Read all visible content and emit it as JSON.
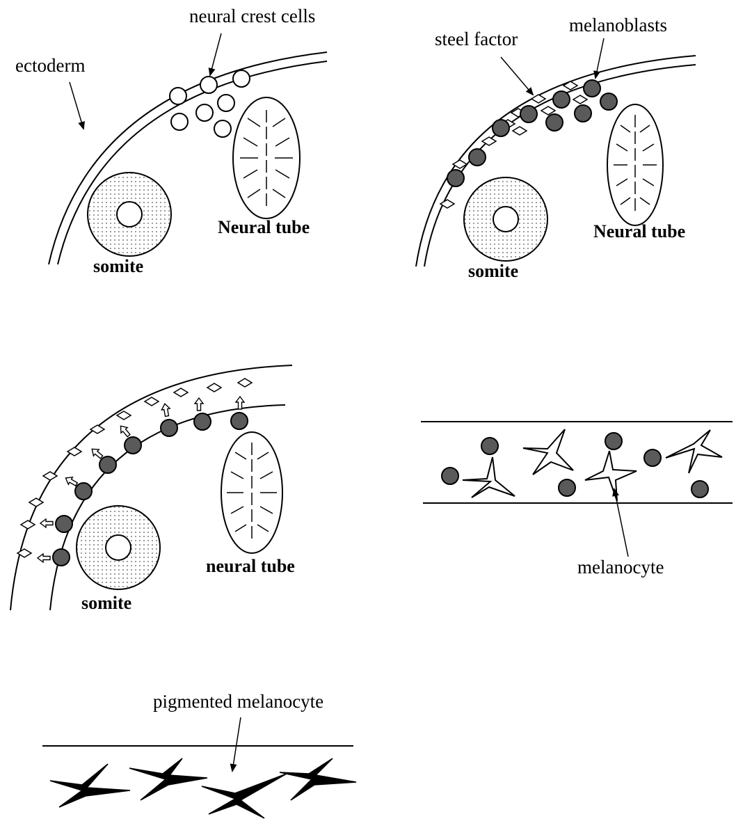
{
  "panel1": {
    "ectoderm_label": "ectoderm",
    "neural_crest_label": "neural crest cells",
    "neural_tube_label": "Neural tube",
    "somite_label": "somite"
  },
  "panel2": {
    "steel_factor_label": "steel factor",
    "melanoblasts_label": "melanoblasts",
    "neural_tube_label": "Neural tube",
    "somite_label": "somite"
  },
  "panel3": {
    "neural_tube_label": "neural tube",
    "somite_label": "somite"
  },
  "panel4": {
    "melanocyte_label": "melanocyte"
  },
  "panel5": {
    "pigmented_label": "pigmented melanocyte"
  },
  "colors": {
    "ink": "#000000",
    "melanoblast_fill": "#5a5a5a",
    "somite_dots": "#555555",
    "background": "#ffffff"
  }
}
